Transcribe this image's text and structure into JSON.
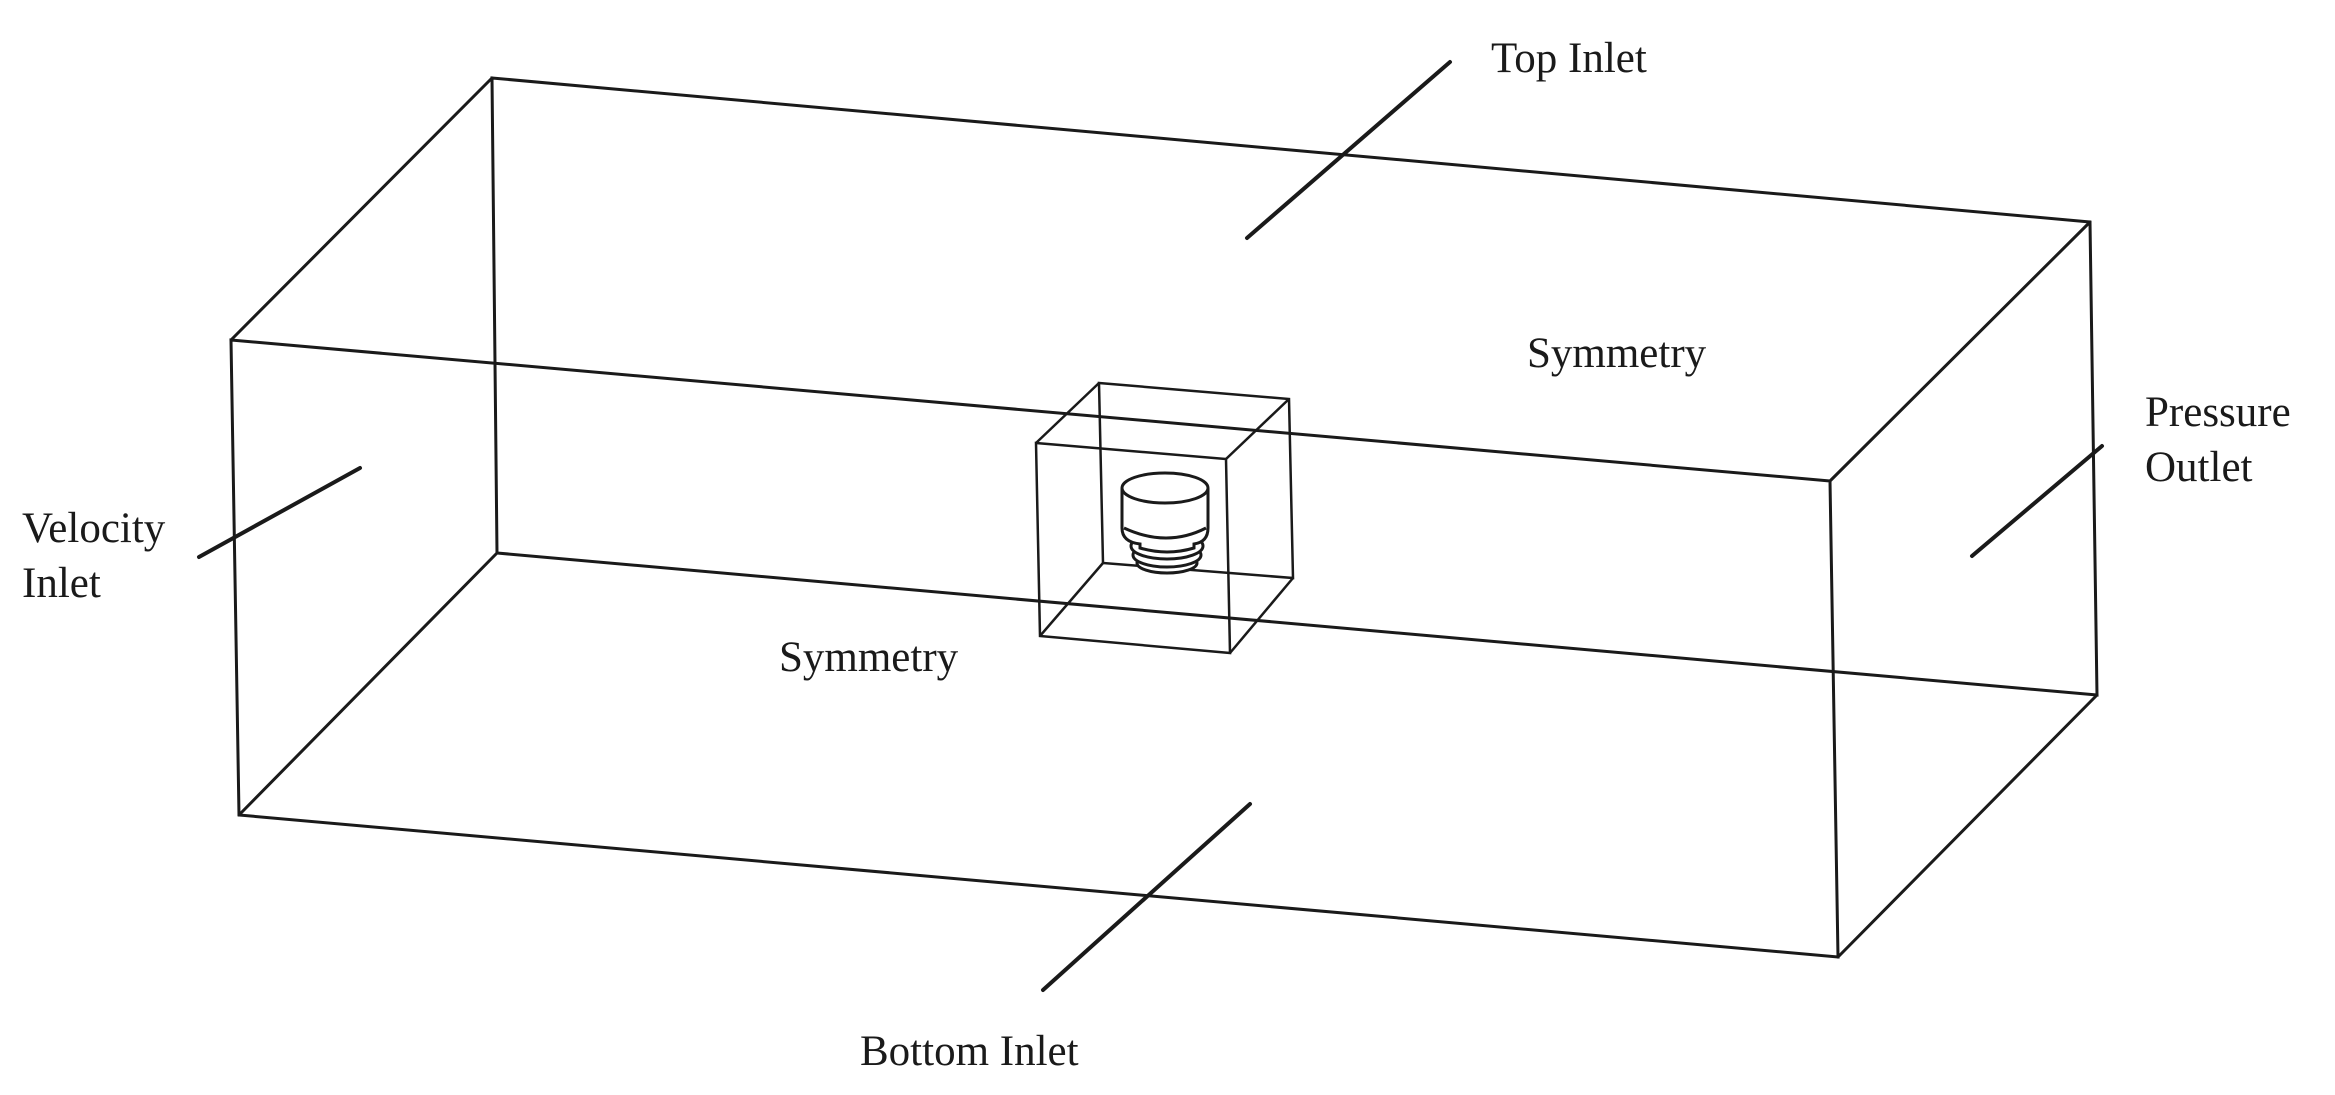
{
  "labels": {
    "top_inlet": "Top Inlet",
    "symmetry_back": "Symmetry",
    "pressure_outlet_line1": "Pressure",
    "pressure_outlet_line2": "Outlet",
    "velocity_inlet_line1": "Velocity",
    "velocity_inlet_line2": "Inlet",
    "symmetry_front": "Symmetry",
    "bottom_inlet": "Bottom Inlet"
  },
  "colors": {
    "line": "#1a1a1a",
    "background": "#ffffff"
  }
}
